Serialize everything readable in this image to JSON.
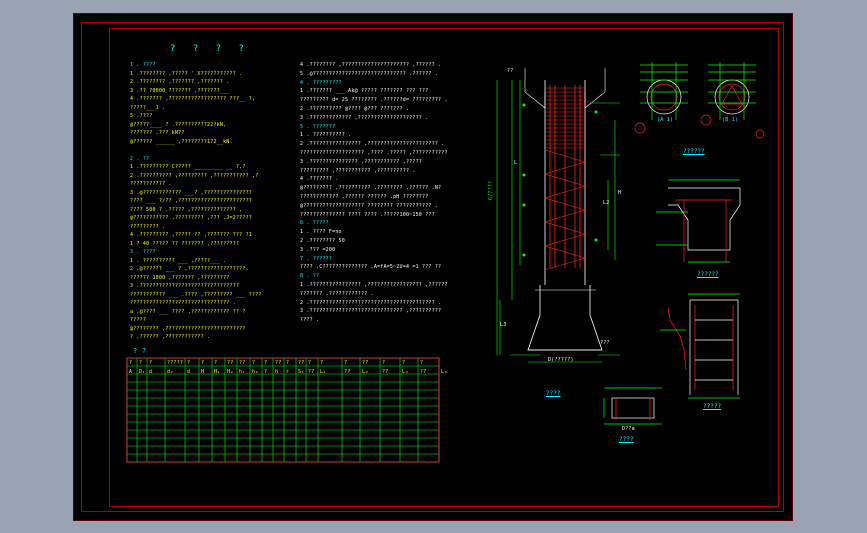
{
  "title": "? ? ? ?",
  "col1": [
    {
      "t": "1 . ????",
      "c": "c"
    },
    {
      "t": "1 .???????? ,????? ' X??????????? .",
      "c": "y"
    },
    {
      "t": "2 .???????? ,??????? ,??????? .",
      "c": "y"
    },
    {
      "t": "3 .?? ?0000   ??????? ,???????___",
      "c": "y"
    },
    {
      "t": "4 .??????? ,??????????????????   ???__ ?,",
      "c": "y"
    },
    {
      "t": "?????___1 .",
      "c": "y"
    },
    {
      "t": "5 .????",
      "c": "y"
    },
    {
      "t": "@?????____        ? .??????????22?kN,",
      "c": "y"
    },
    {
      "t": "??????? ,???   kN??",
      "c": "y"
    },
    {
      "t": "@?????? ______   ,????????172__kN.",
      "c": "y"
    },
    {
      "t": "",
      "c": "y"
    },
    {
      "t": "2 . ??",
      "c": "c"
    },
    {
      "t": "1 .????????? C????? _________  __ ?,?",
      "c": "y"
    },
    {
      "t": "2 .?????????? ,????????? ,??????????? ,?",
      "c": "y"
    },
    {
      "t": "??????????? .",
      "c": "y"
    },
    {
      "t": "3 .@????????????   ___? ,???????????????",
      "c": "y"
    },
    {
      "t": "???? ___ ?/?? ,???????????????????????",
      "c": "y"
    },
    {
      "t": "???? 500 ? .????? ,?????????????? ,",
      "c": "y"
    },
    {
      "t": "@??????????? ,????????? ,??? .J=2?????",
      "c": "y"
    },
    {
      "t": "????????? .",
      "c": "y"
    },
    {
      "t": "4 .????????? ,?????  ??  ,???????  ???  ?1",
      "c": "y"
    },
    {
      "t": "1 ? 40  ?????  ??  ??????? ,?????????",
      "c": "y"
    },
    {
      "t": "3 . ????",
      "c": "c"
    },
    {
      "t": "1 . ??????????  ___ ,?????___ .",
      "c": "y"
    },
    {
      "t": "2 .@?????? ___ ? ,??????????????????,",
      "c": "y"
    },
    {
      "t": "?????? 1000 ,??????? ,?????????",
      "c": "y"
    },
    {
      "t": "3 .???????????????????????????????",
      "c": "y"
    },
    {
      "t": "??????????? ___ .???? ,????????? ___ ????",
      "c": "y"
    },
    {
      "t": "??????????????????????????????? .",
      "c": "y"
    },
    {
      "t": "a .@???? ___ ???? ,???????????? ?? ?",
      "c": "y"
    },
    {
      "t": "?????",
      "c": "y"
    },
    {
      "t": "@???????? ,?????????????????????????",
      "c": "y"
    },
    {
      "t": "? ,?????? ,???????????? .",
      "c": "y"
    }
  ],
  "col2": [
    {
      "t": "4 .????????  ,????????????????????? ,?????? .",
      "c": "w"
    },
    {
      "t": "5 .@????????????????????????????? .?????? .",
      "c": "w"
    },
    {
      "t": "4 . ?????????",
      "c": "c"
    },
    {
      "t": "1 .???????  ___ Ak@   ?????  ???????   ???   ???",
      "c": "w"
    },
    {
      "t": "?????????  d= 25 ???????? .??????d=   ????????? .",
      "c": "w"
    },
    {
      "t": "2 .??????????  @???? @???  ??????? .",
      "c": "w"
    },
    {
      "t": "3 .????????????? ,???????????????????? .",
      "c": "w"
    },
    {
      "t": "5 . ???????",
      "c": "c"
    },
    {
      "t": "1 . ?????????? .",
      "c": "w"
    },
    {
      "t": "2 .???????????????? ,?????????????????????? .",
      "c": "w"
    },
    {
      "t": "???????????????????? ,????  .?????  ,???????????",
      "c": "w"
    },
    {
      "t": "3 .??????????????? .???????????  ,?????",
      "c": "w"
    },
    {
      "t": "????????? ,??????????? ,?????????? .",
      "c": "w"
    },
    {
      "t": "4 .??????? .",
      "c": "w"
    },
    {
      "t": "@?????????  ,??????????  ,????????  ,??????   .N?",
      "c": "w"
    },
    {
      "t": "????????????  ,??????  ??????   .pH   ????????",
      "c": "w"
    },
    {
      "t": "@???????????????????  ????????  ??????????? .",
      "c": "w"
    },
    {
      "t": "??????????????  ????  ???? .?????100~150  ???",
      "c": "w"
    },
    {
      "t": "6 . ?????",
      "c": "c"
    },
    {
      "t": "1 . ???? F=no",
      "c": "w"
    },
    {
      "t": "2 .????????  50",
      "c": "w"
    },
    {
      "t": "3 .??? =200",
      "c": "w"
    },
    {
      "t": "7 . ??????",
      "c": "c"
    },
    {
      "t": "????  .C??????????????  ,A=fA=5~2U=4   =1     ???   ??",
      "c": "w"
    },
    {
      "t": "8 . ??",
      "c": "c"
    },
    {
      "t": "1 .????????????????  ,?????????????????  ,??????",
      "c": "w"
    },
    {
      "t": "??????? ,???????????? .",
      "c": "w"
    },
    {
      "t": "2 .??????????????????????????????????????? .",
      "c": "w"
    },
    {
      "t": "3 .?????????????????????????????  ,??????????",
      "c": "w"
    },
    {
      "t": "???? .",
      "c": "w"
    }
  ],
  "table": {
    "caption": "? ?",
    "header": [
      "?",
      "?",
      "?",
      "?????",
      "?",
      "?",
      "?",
      "??",
      "??",
      "?",
      "?",
      "??",
      "?",
      "??",
      "?",
      "?",
      "?",
      "??",
      "?",
      "?",
      "?"
    ],
    "header_symbols": [
      "A",
      "D₁",
      "d",
      "d₂",
      "d",
      "H",
      "H₁",
      "H₂",
      "h₁",
      "h₂",
      "?",
      "h",
      "r",
      "S₁",
      "??",
      "L₁",
      "??",
      "L₂",
      "??",
      "L₃",
      "??",
      "L₄"
    ]
  },
  "captions": {
    "pile_section": "????",
    "ring_a": "(A  1)",
    "ring_b": "(B  1)",
    "ring_label": "??????",
    "cap_detail": "??????",
    "stirrup_detail": "?????",
    "base_detail": "????"
  },
  "dims": {
    "top": "??",
    "height_label": "6?????",
    "base_width": "D(?????)",
    "side_mark": "???",
    "l_label": "L",
    "l2_label": "L2",
    "l3_label": "L3",
    "hh": "H",
    "base_d": "D??a"
  }
}
